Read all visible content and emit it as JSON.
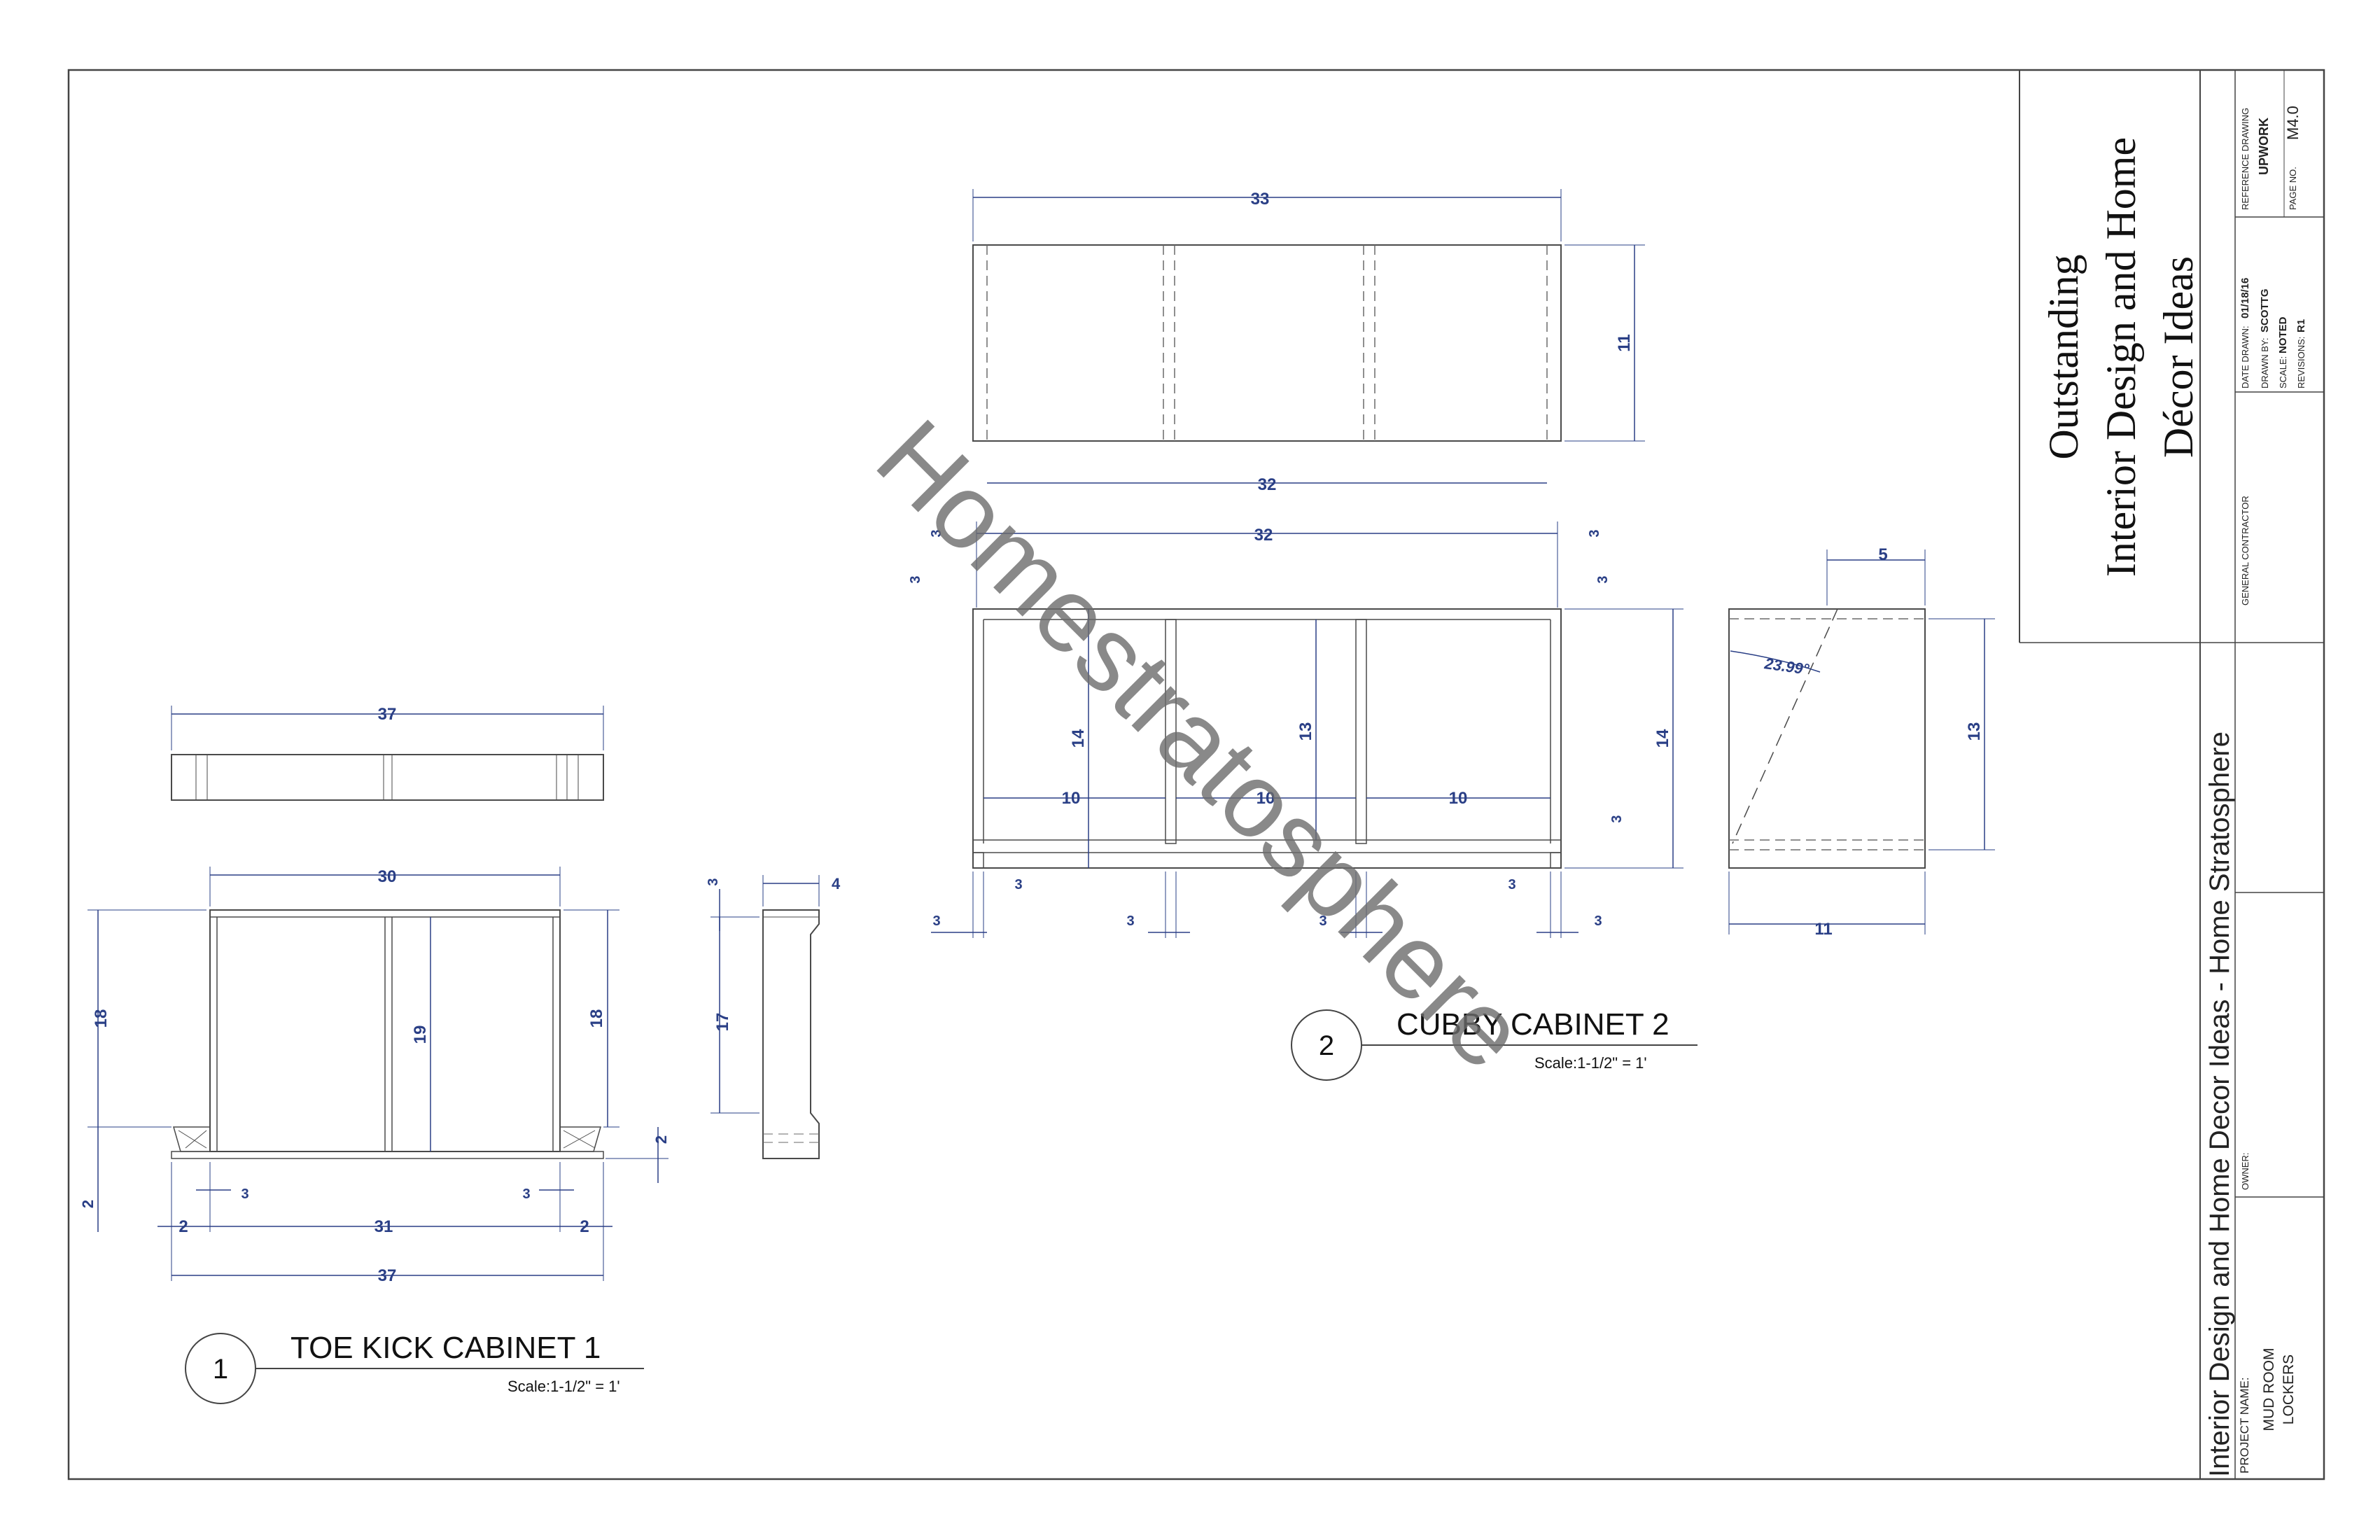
{
  "title_block": {
    "company_line1": "Outstanding",
    "company_line2": "Interior Design and Home",
    "company_line3": "Décor Ideas",
    "general_contractor_label": "GENERAL CONTRACTOR",
    "owner_label": "OWNER:",
    "banner": "Interior Design and Home Decor Ideas - Home Stratosphere",
    "project_label": "PROJECT NAME:",
    "project_name_1": "MUD ROOM",
    "project_name_2": "LOCKERS",
    "reference_label": "REFERENCE DRAWING",
    "reference_value": "UPWORK",
    "page_label": "PAGE NO.",
    "page_value": "M4.0",
    "date_label": "DATE DRAWN:",
    "date_value": "01/18/16",
    "drawn_label": "DRAWN BY:",
    "drawn_value": "SCOTTG",
    "scale_label": "SCALE:",
    "scale_value": "NOTED",
    "rev_label": "REVISIONS:",
    "rev_value": "R1"
  },
  "views": {
    "view1_number": "1",
    "view1_title": "TOE KICK CABINET 1",
    "view1_scale": "Scale:1-1/2\" = 1'",
    "view2_number": "2",
    "view2_title": "CUBBY CABINET 2",
    "view2_scale": "Scale:1-1/2\" = 1'"
  },
  "watermark": "Homestratosphere",
  "dimensions": {
    "top_width": "33",
    "top_height": "11",
    "top_inner": "32",
    "front_width": "32",
    "front_side_left": "3",
    "front_side_right": "3",
    "front_top_left": "3",
    "front_top_right": "3",
    "front_mid_height": "14",
    "front_cubby_height": "13",
    "front_total_height": "14",
    "front_cubby_left": "10",
    "front_cubby_center": "10",
    "front_cubby_right": "10",
    "front_shelf_right": "3",
    "front_leg_left": "3",
    "front_leg_right": "3",
    "front_bottom_left": "3",
    "front_bottom_mid1": "3",
    "front_bottom_mid2": "3",
    "front_bottom_right": "3",
    "side_top": "5",
    "side_angle": "23.99°",
    "side_height": "13",
    "side_depth": "11",
    "tk_top_width": "37",
    "tk_front_width": "30",
    "tk_left_height": "18",
    "tk_center_height": "19",
    "tk_right_height": "18",
    "tk_kick_left": "2",
    "tk_kick_right": "2",
    "tk_kick_side": "2",
    "tk_stile_left": "3",
    "tk_stile_right": "3",
    "tk_bottom_left": "2",
    "tk_bottom_center": "31",
    "tk_bottom_right": "2",
    "tk_total": "37",
    "tk_side_top": "3",
    "tk_side_depth": "4",
    "tk_side_height": "17"
  }
}
